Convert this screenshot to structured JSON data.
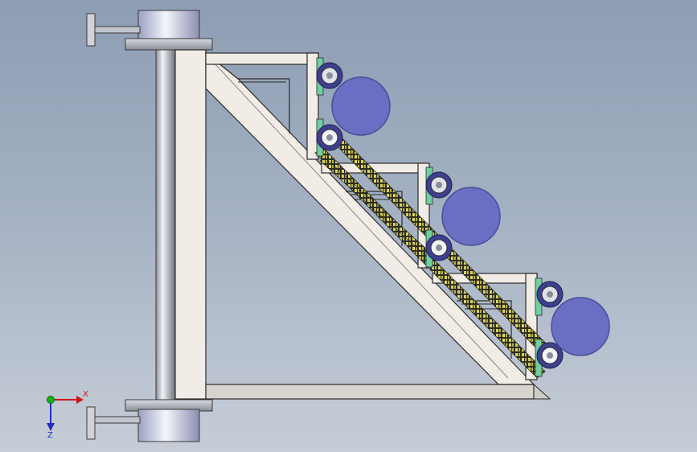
{
  "viewport": {
    "background_top": "#8d9db3",
    "background_bottom": "#c6cdd7"
  },
  "colors": {
    "frame_fill": "#f1ece6",
    "frame_edge": "#2b2b2b",
    "steel_light": "#e9eaef",
    "steel_dark": "#7a7d86",
    "roller_fill": "#6a6fc4",
    "roller_edge": "#4a4f9a",
    "bracket_green": "#6ecfa0",
    "chain_yellow": "#d8d25a",
    "axis_x": "#d01818",
    "axis_y": "#18b018",
    "axis_z": "#2030c0"
  },
  "model": {
    "assembly": "bracket-conveyor-assembly",
    "sprocket_stages": 3,
    "rollers": 3
  },
  "triad": {
    "x_label": "X",
    "z_label": "Z",
    "x_axis_icon": "x-axis-arrow-icon",
    "z_axis_icon": "z-axis-arrow-icon",
    "origin_icon": "y-axis-origin-icon"
  }
}
